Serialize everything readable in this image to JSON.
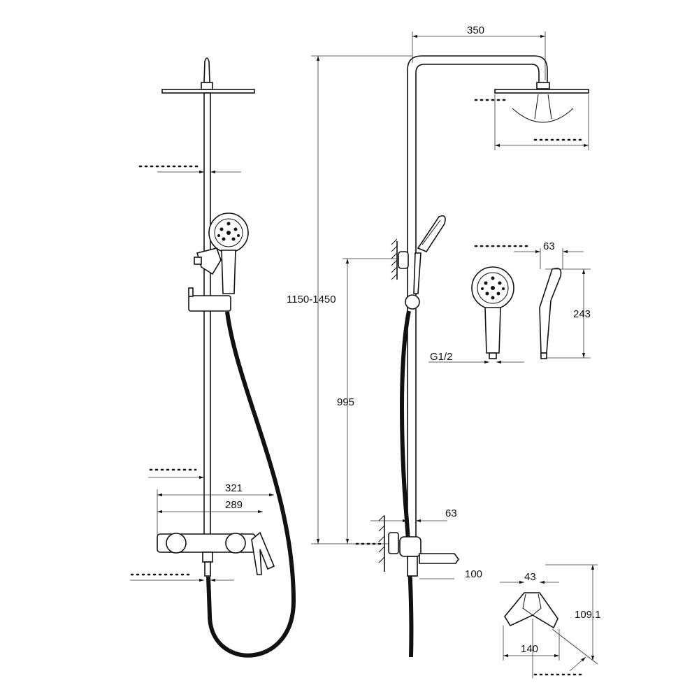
{
  "title": "Shower column technical drawing",
  "dimensions": {
    "arm_length": "350",
    "total_height": "1150-1450",
    "mixer_to_bracket": "995",
    "handshower_width": "63",
    "handshower_length": "243",
    "thread": "G1/2",
    "width_321": "321",
    "width_289": "289",
    "pipe_offset": "63",
    "spout_length": "100",
    "lever_width": "43",
    "lever_height": "109.1",
    "lever_length": "140"
  }
}
